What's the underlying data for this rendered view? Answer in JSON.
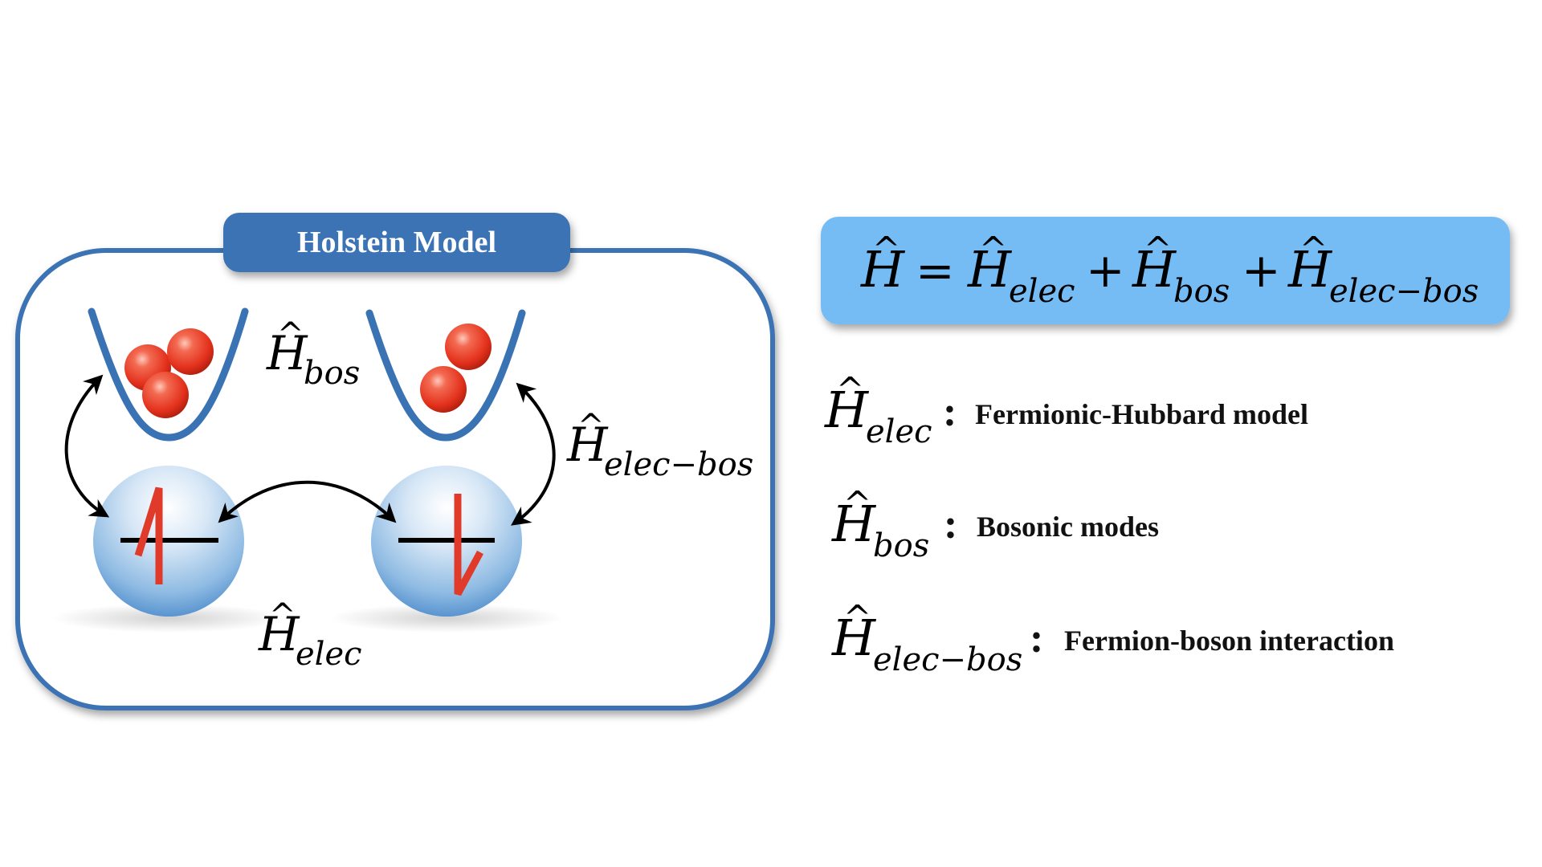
{
  "model_title": "Holstein Model",
  "symbols": {
    "hat": "^",
    "H": "H",
    "plus": "+",
    "equals": "=",
    "colon": ":"
  },
  "subscripts": {
    "bos": "bos",
    "elec": "elec",
    "elec_bos": "elec−bos"
  },
  "definitions": [
    {
      "subscript": "elec",
      "text": "Fermionic-Hubbard model"
    },
    {
      "subscript": "bos",
      "text": "Bosonic modes"
    },
    {
      "subscript": "elec−bos",
      "text": "Fermion-boson interaction"
    }
  ],
  "colors": {
    "frame_blue": "#3a73b4",
    "title_banner": "#3a73b4",
    "equation_box": "#74bcf5",
    "phonon_ball": "#e8402c",
    "spin_arrow": "#e03a2a",
    "site_sphere": "#7fb2de"
  }
}
